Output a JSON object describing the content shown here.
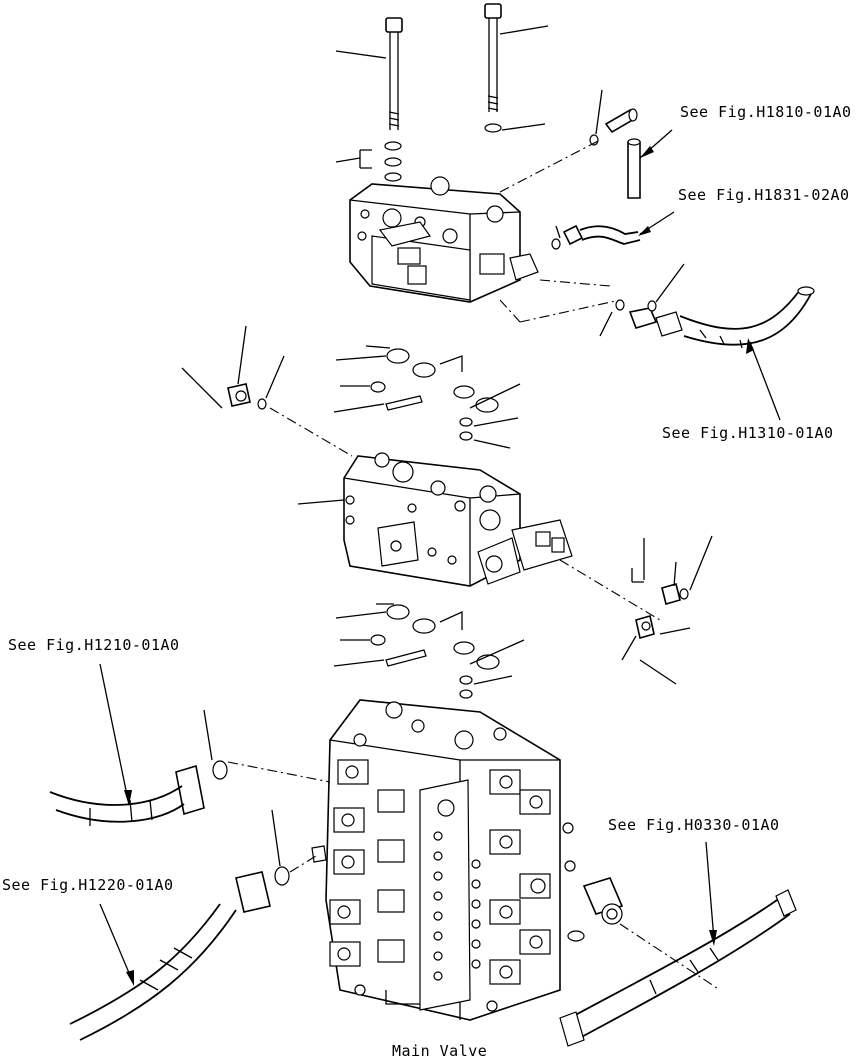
{
  "labels": {
    "ref_h1810": "See Fig.H1810-01A0",
    "ref_h1831": "See Fig.H1831-02A0",
    "ref_h1310": "See Fig.H1310-01A0",
    "ref_h1210": "See Fig.H1210-01A0",
    "ref_h1220": "See Fig.H1220-01A0",
    "ref_h0330": "See Fig.H0330-01A0",
    "main_valve": "Main Valve"
  }
}
